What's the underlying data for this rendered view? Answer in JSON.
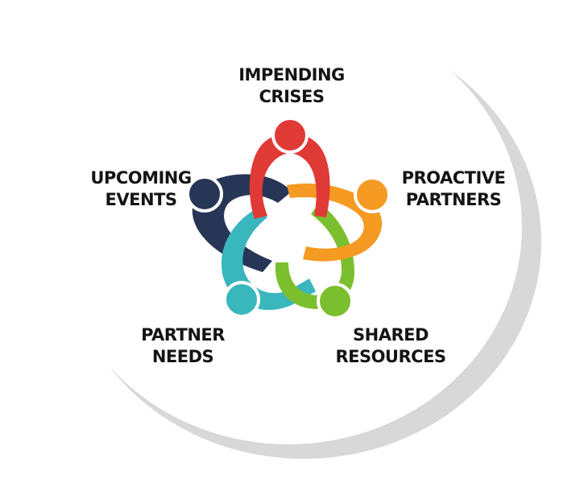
{
  "labels": {
    "top": {
      "line1": "IMPENDING",
      "line2": "CRISES"
    },
    "upper_left": {
      "line1": "UPCOMING",
      "line2": "EVENTS"
    },
    "upper_right": {
      "line1": "PROACTIVE",
      "line2": "PARTNERS"
    },
    "lower_left": {
      "line1": "PARTNER",
      "line2": "NEEDS"
    },
    "lower_right": {
      "line1": "SHARED",
      "line2": "RESOURCES"
    }
  },
  "colors": {
    "top": "#e03a36",
    "upper_left": "#273657",
    "upper_right": "#f59a22",
    "lower_left": "#3ab6bd",
    "lower_right": "#7cbf2e"
  }
}
